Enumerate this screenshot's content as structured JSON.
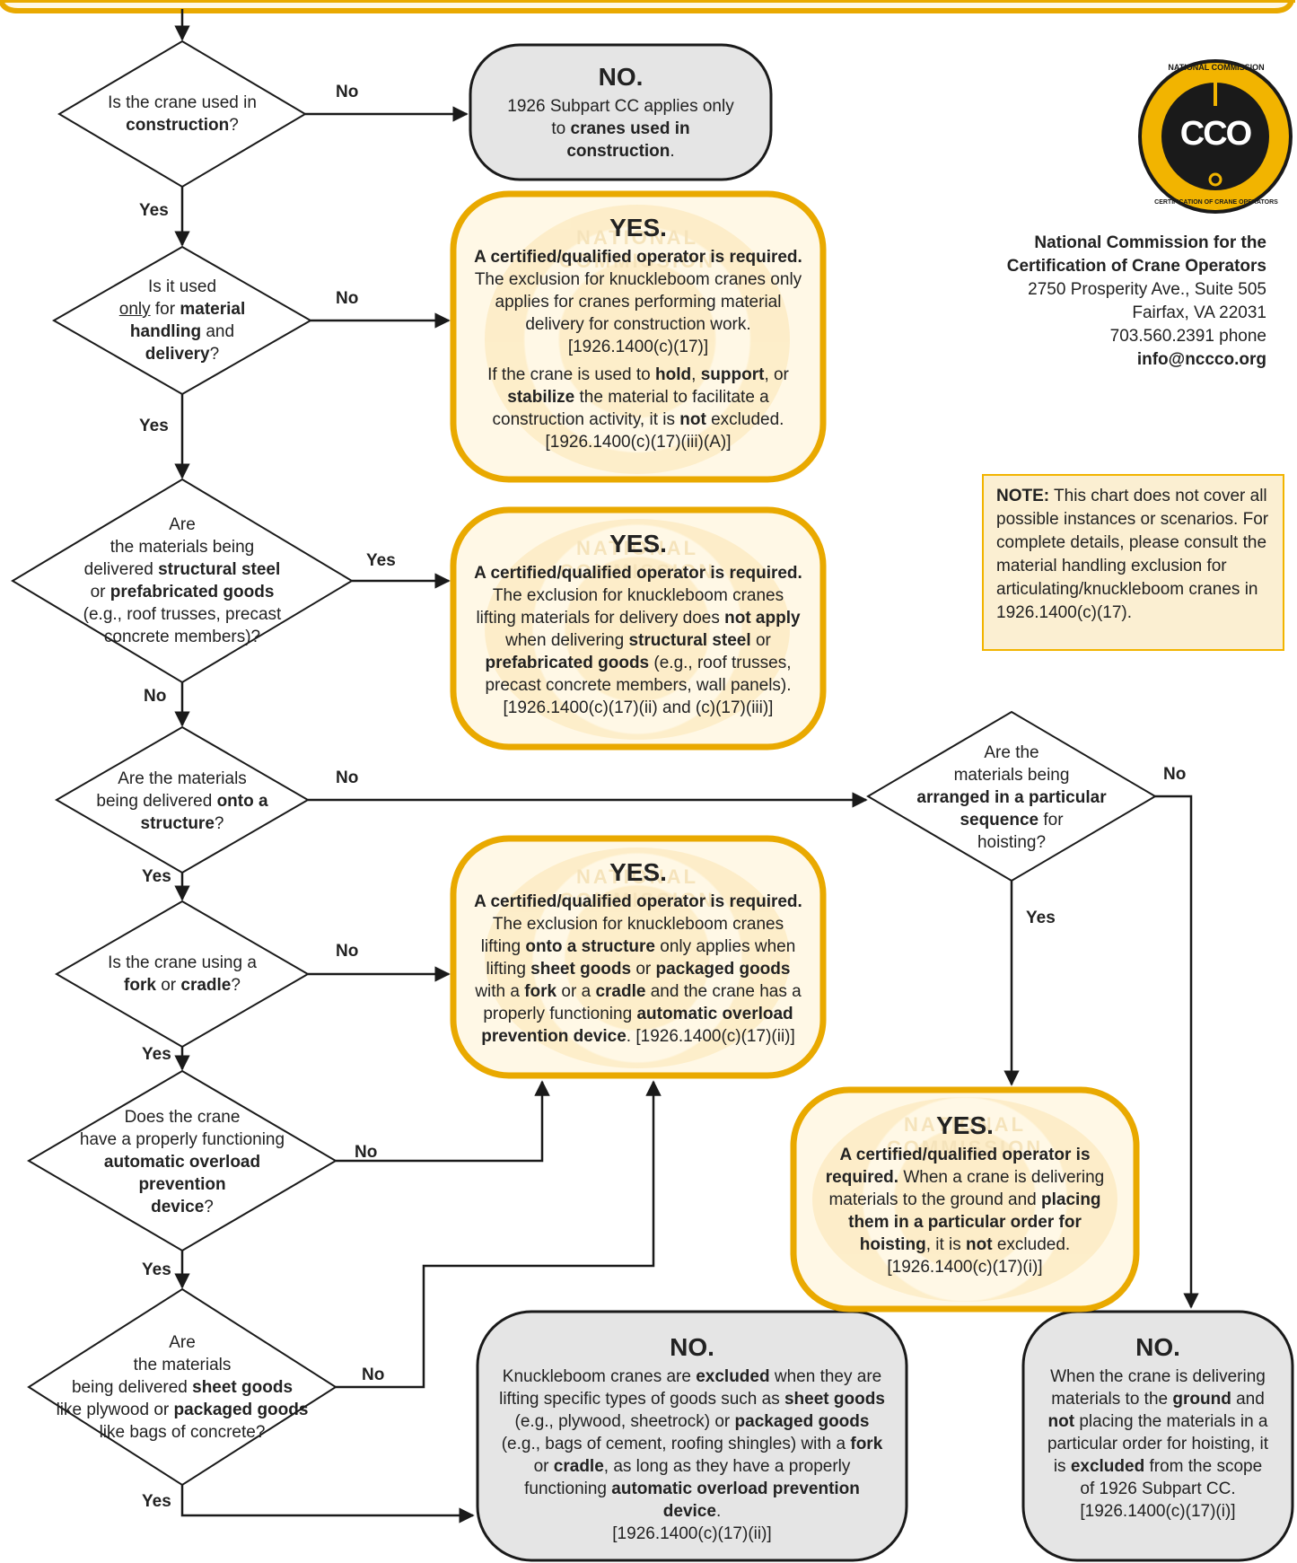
{
  "edge_labels": {
    "no": "No",
    "yes": "Yes"
  },
  "questions": {
    "q1": {
      "pre": "Is the crane used in",
      "b": "construction",
      "post": "?"
    },
    "q2": {
      "l1": "Is it used",
      "only": "only",
      "for": " for ",
      "b1": "material",
      "b2": "handling",
      "and": " and",
      "b3": "delivery",
      "post": "?"
    },
    "q3": {
      "l1": "Are",
      "l2": "the materials being",
      "l3pre": "delivered ",
      "b1": "structural steel",
      "or": "or ",
      "b2": "prefabricated goods",
      "l5": "(e.g., roof trusses, precast",
      "l6": "concrete members)?"
    },
    "q4": {
      "l1": "Are the materials",
      "l2pre": "being delivered ",
      "b1": "onto a",
      "b2": "structure",
      "post": "?"
    },
    "q5": {
      "l1": "Is the crane using a",
      "b1": "fork",
      "or": " or ",
      "b2": "cradle",
      "post": "?"
    },
    "q6": {
      "l1": "Does the crane",
      "l2": "have a properly functioning",
      "b1": "automatic overload",
      "b2": "prevention",
      "b3": "device",
      "post": "?"
    },
    "q7": {
      "l1": "Are",
      "l2": "the materials",
      "l3pre": "being delivered ",
      "b1": "sheet goods",
      "l4pre": "like plywood or ",
      "b2": "packaged goods",
      "l5": "like bags of concrete?"
    },
    "q8": {
      "l1": "Are the",
      "l2": "materials being",
      "b1": "arranged in a particular",
      "b2": "sequence",
      "l4": " for",
      "l5": "hoisting?"
    }
  },
  "outcomes": {
    "o1": {
      "head": "NO.",
      "t1": "1926 Subpart CC applies only to",
      "b1": "cranes used in construction",
      "t2": "."
    },
    "o2": {
      "head": "YES.",
      "b1": "A certified/qualified operator is required.",
      "t1": " The exclusion for knuckleboom cranes only applies for cranes performing material delivery for construction work.",
      "ref1": "[1926.1400(c)(17)]",
      "t2": "If the crane is used to ",
      "b2": "hold",
      "c1": ", ",
      "b3": "support",
      "c2": ", or ",
      "b4": "stabilize",
      "t3": " the material to facilitate a construction activity, it is ",
      "b5": "not",
      "t4": " excluded.",
      "ref2": "[1926.1400(c)(17)(iii)(A)]"
    },
    "o3": {
      "head": "YES.",
      "b1": "A certified/qualified operator is required.",
      "t1": " The exclusion for knuckleboom cranes lifting materials for delivery does ",
      "b2": "not apply",
      "t2": " when delivering ",
      "b3": "structural steel",
      "t3": " or ",
      "b4": "prefabricated goods",
      "t4": " (e.g., roof trusses, precast concrete members, wall panels).",
      "ref": "[1926.1400(c)(17)(ii) and (c)(17)(iii)]"
    },
    "o4": {
      "head": "YES.",
      "b1": "A certified/qualified operator is required.",
      "t1": " The exclusion for knuckleboom cranes lifting ",
      "b2": "onto a structure",
      "t2": " only applies when lifting ",
      "b3": "sheet goods",
      "t3": " or ",
      "b4": "packaged goods",
      "t4": " with a ",
      "b5": "fork",
      "t5": " or a ",
      "b6": "cradle",
      "t6": " and the crane has a properly functioning ",
      "b7": "automatic overload prevention device",
      "t7": ". [1926.1400(c)(17)(ii)]"
    },
    "o5": {
      "head": "YES.",
      "b1": "A certified/qualified operator is required.",
      "t1": " When a crane is delivering materials to the ground and ",
      "b2": "placing them in a particular order for hoisting",
      "t2": ", it is ",
      "b3": "not",
      "t3": " excluded.",
      "ref": "[1926.1400(c)(17)(i)]"
    },
    "o6": {
      "head": "NO.",
      "t1": "Knuckleboom cranes are ",
      "b1": "excluded",
      "t2": " when they are lifting specific types of goods such as ",
      "b2": "sheet goods",
      "t3": " (e.g., plywood, sheetrock) or ",
      "b3": "packaged goods",
      "t4": " (e.g., bags of cement, roofing shingles) with a ",
      "b4": "fork",
      "t5": " or ",
      "b5": "cradle",
      "t6": ", as long as they have a properly functioning ",
      "b6": "automatic overload prevention device",
      "t7": ".",
      "ref": "[1926.1400(c)(17)(ii)]"
    },
    "o7": {
      "head": "NO.",
      "t1": "When the crane is delivering materials to the ",
      "b1": "ground",
      "t2": " and ",
      "b2": "not",
      "t3": " placing the materials in a particular order for hoisting, it is ",
      "b3": "excluded",
      "t4": " from the scope of 1926 Subpart CC.",
      "ref": "[1926.1400(c)(17)(i)]"
    }
  },
  "org": {
    "name1": "National Commission for the",
    "name2": "Certification of Crane Operators",
    "addr1": "2750 Prosperity Ave., Suite 505",
    "addr2": "Fairfax, VA 22031",
    "phone": "703.560.2391 phone",
    "email": "info@nccco.org"
  },
  "logo": {
    "ring_top": "NATIONAL COMMISSION",
    "ring_bottom": "CERTIFICATION OF CRANE OPERATORS",
    "mark": "CCO"
  },
  "note": {
    "label": "NOTE:",
    "text": " This chart does not cover all possible instances or scenarios. For complete details, please consult the material handling exclusion for articulating/knuckleboom cranes in 1926.1400(c)(17)."
  },
  "colors": {
    "yes_border": "#e9a900",
    "yes_fill": "#fff8e6",
    "no_fill": "#e5e5e5",
    "line": "#1a1a1a",
    "note_fill": "#fbefd2",
    "note_border": "#f2b400"
  }
}
